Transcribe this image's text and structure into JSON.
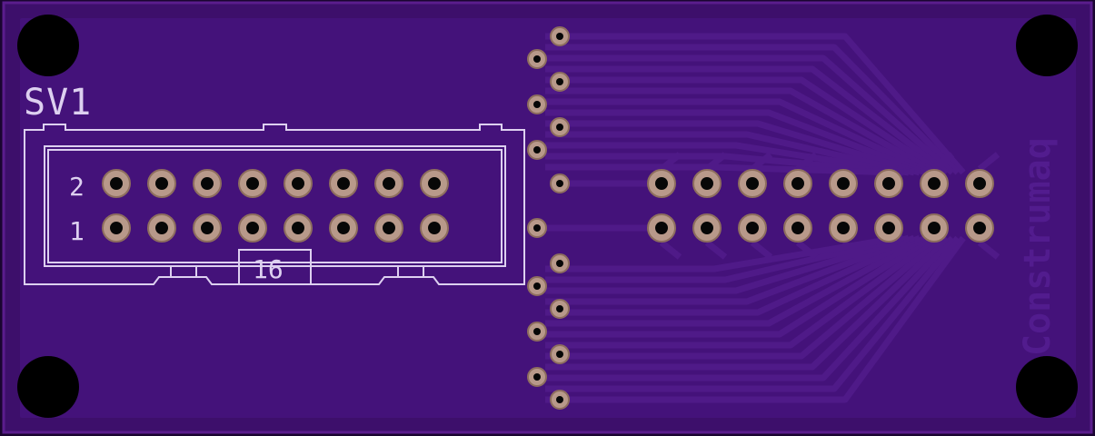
{
  "board": {
    "ref_designator": "SV1",
    "pin_label_top": "2",
    "pin_label_bottom": "1",
    "connector_size": "16",
    "vertical_brand": "Construmaq"
  },
  "colors": {
    "board_edge": "#1a0530",
    "board": "#3d0f6b",
    "board_border": "#5a1d8c",
    "copper_pour": "#4a1680",
    "trace": "#4f1a88",
    "silk_bright": "#ddd0f0",
    "silk_dim": "#8a5bb8",
    "pad_copper": "#b8998a",
    "pad_ring": "#8e6e5e",
    "drill": "#070707",
    "hole": "#000000"
  },
  "icons": {
    "mounting_hole": "black-circle"
  }
}
